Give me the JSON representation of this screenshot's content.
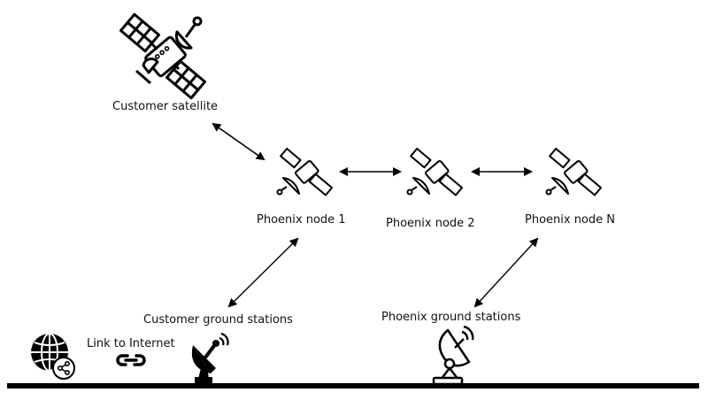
{
  "diagram": {
    "nodes": {
      "customer_satellite": {
        "label": "Customer satellite",
        "icon": "satellite-large-icon"
      },
      "phoenix_node_1": {
        "label": "Phoenix node 1",
        "icon": "satellite-icon"
      },
      "phoenix_node_2": {
        "label": "Phoenix node 2",
        "icon": "satellite-icon"
      },
      "phoenix_node_n": {
        "label": "Phoenix node N",
        "icon": "satellite-icon"
      },
      "customer_ground_stations": {
        "label": "Customer ground stations",
        "icon": "satellite-dish-filled-icon"
      },
      "phoenix_ground_stations": {
        "label": "Phoenix ground stations",
        "icon": "satellite-dish-outline-icon"
      },
      "internet": {
        "label": "Link to Internet",
        "icon": "globe-share-icon",
        "link_icon": "chain-link-icon"
      }
    },
    "links": [
      {
        "from": "Customer satellite",
        "to": "Phoenix node 1",
        "type": "bidirectional"
      },
      {
        "from": "Phoenix node 1",
        "to": "Phoenix node 2",
        "type": "bidirectional"
      },
      {
        "from": "Phoenix node 2",
        "to": "Phoenix node N",
        "type": "bidirectional"
      },
      {
        "from": "Phoenix node 1",
        "to": "Customer ground stations",
        "type": "bidirectional"
      },
      {
        "from": "Phoenix node N",
        "to": "Phoenix ground stations",
        "type": "bidirectional"
      }
    ],
    "ground_line": "ground"
  }
}
